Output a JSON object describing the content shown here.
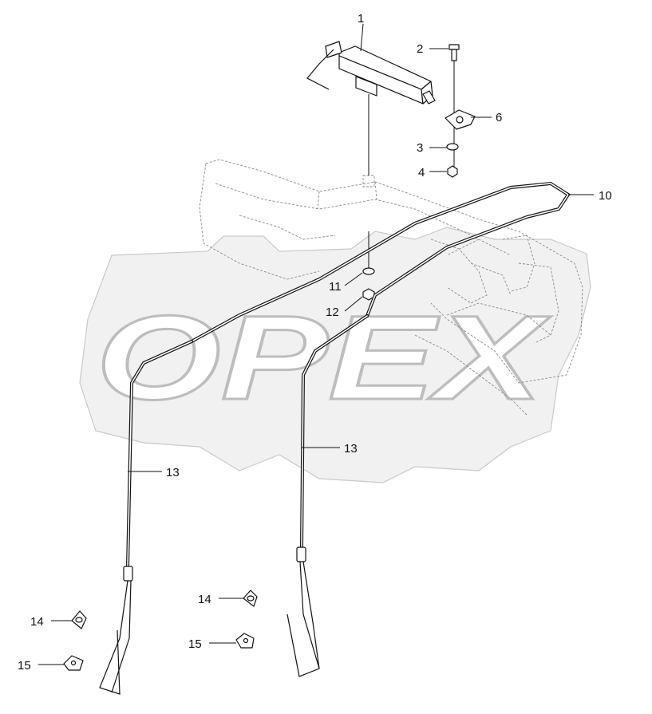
{
  "watermark": {
    "text": "OPEX"
  },
  "callouts": [
    {
      "id": "c1",
      "text": "1"
    },
    {
      "id": "c2",
      "text": "2"
    },
    {
      "id": "c6",
      "text": "6"
    },
    {
      "id": "c3",
      "text": "3"
    },
    {
      "id": "c4",
      "text": "4"
    },
    {
      "id": "c10",
      "text": "10"
    },
    {
      "id": "c11",
      "text": "11"
    },
    {
      "id": "c12",
      "text": "12"
    },
    {
      "id": "c13a",
      "text": "13"
    },
    {
      "id": "c13b",
      "text": "13"
    },
    {
      "id": "c14a",
      "text": "14"
    },
    {
      "id": "c14b",
      "text": "14"
    },
    {
      "id": "c15a",
      "text": "15"
    },
    {
      "id": "c15b",
      "text": "15"
    }
  ],
  "colors": {
    "line": "#111111",
    "background_structure": "#8a8a8a",
    "watermark": "#c9c9c9"
  }
}
